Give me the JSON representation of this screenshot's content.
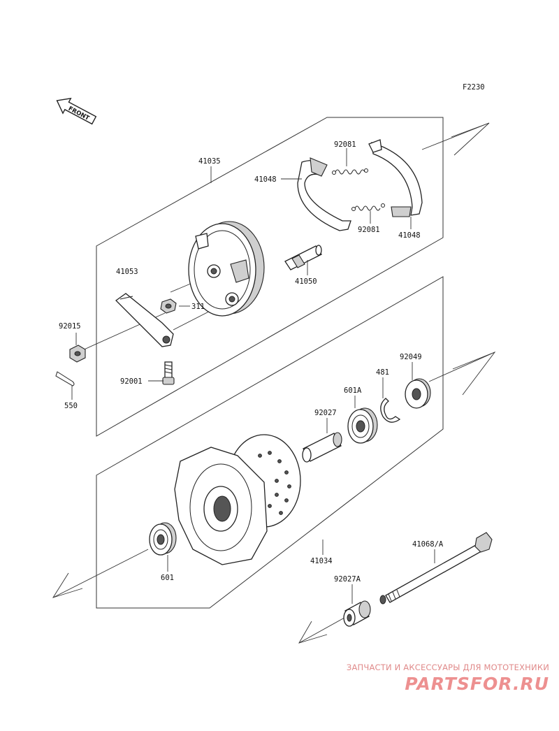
{
  "diagram_code": "F2230",
  "front_arrow_label": "FRONT",
  "watermark": {
    "tagline": "ЗАПЧАСТИ И АКСЕССУАРЫ ДЛЯ МОТОТЕХНИКИ",
    "logo_text": "PARTSFOR.RU"
  },
  "parts": {
    "p41035": "41035",
    "p92081a": "92081",
    "p41048a": "41048",
    "p92081b": "92081",
    "p41048b": "41048",
    "p41053": "41053",
    "p41050": "41050",
    "p311": "311",
    "p92015": "92015",
    "p92001": "92001",
    "p550": "550",
    "p92049": "92049",
    "p481": "481",
    "p601A": "601A",
    "p92027": "92027",
    "p41034": "41034",
    "p41068A": "41068/A",
    "p601": "601",
    "p92027A": "92027A"
  }
}
